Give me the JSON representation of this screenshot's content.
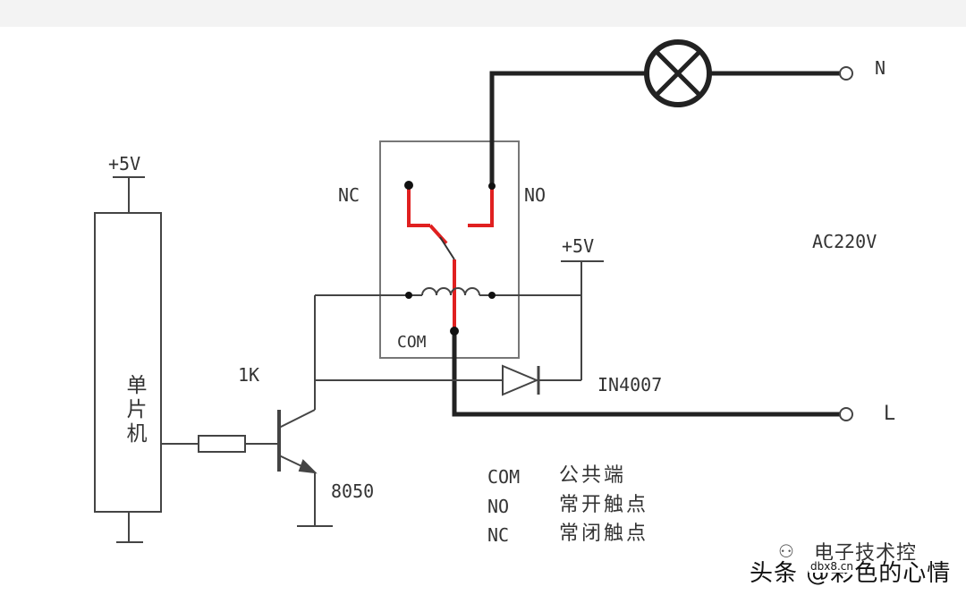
{
  "labels": {
    "n": "N",
    "l": "L",
    "nc": "NC",
    "no": "NO",
    "com": "COM",
    "vcc_left": "+5V",
    "vcc_right": "+5V",
    "ac": "AC220V",
    "resistor": "1K",
    "diode": "IN4007",
    "transistor": "8050",
    "mcu": "单片机"
  },
  "legend": [
    {
      "abbr": "COM",
      "desc": "公共端"
    },
    {
      "abbr": "NO",
      "desc": "常开触点"
    },
    {
      "abbr": "NC",
      "desc": "常闭触点"
    }
  ],
  "watermark": {
    "icon": "wechat-icon",
    "line1": "电子技术控",
    "line2": "头条 @彩色的心情",
    "site": "dbx8.cn"
  },
  "colors": {
    "wire": "#333333",
    "contact": "#e02020",
    "frame": "#777777"
  }
}
